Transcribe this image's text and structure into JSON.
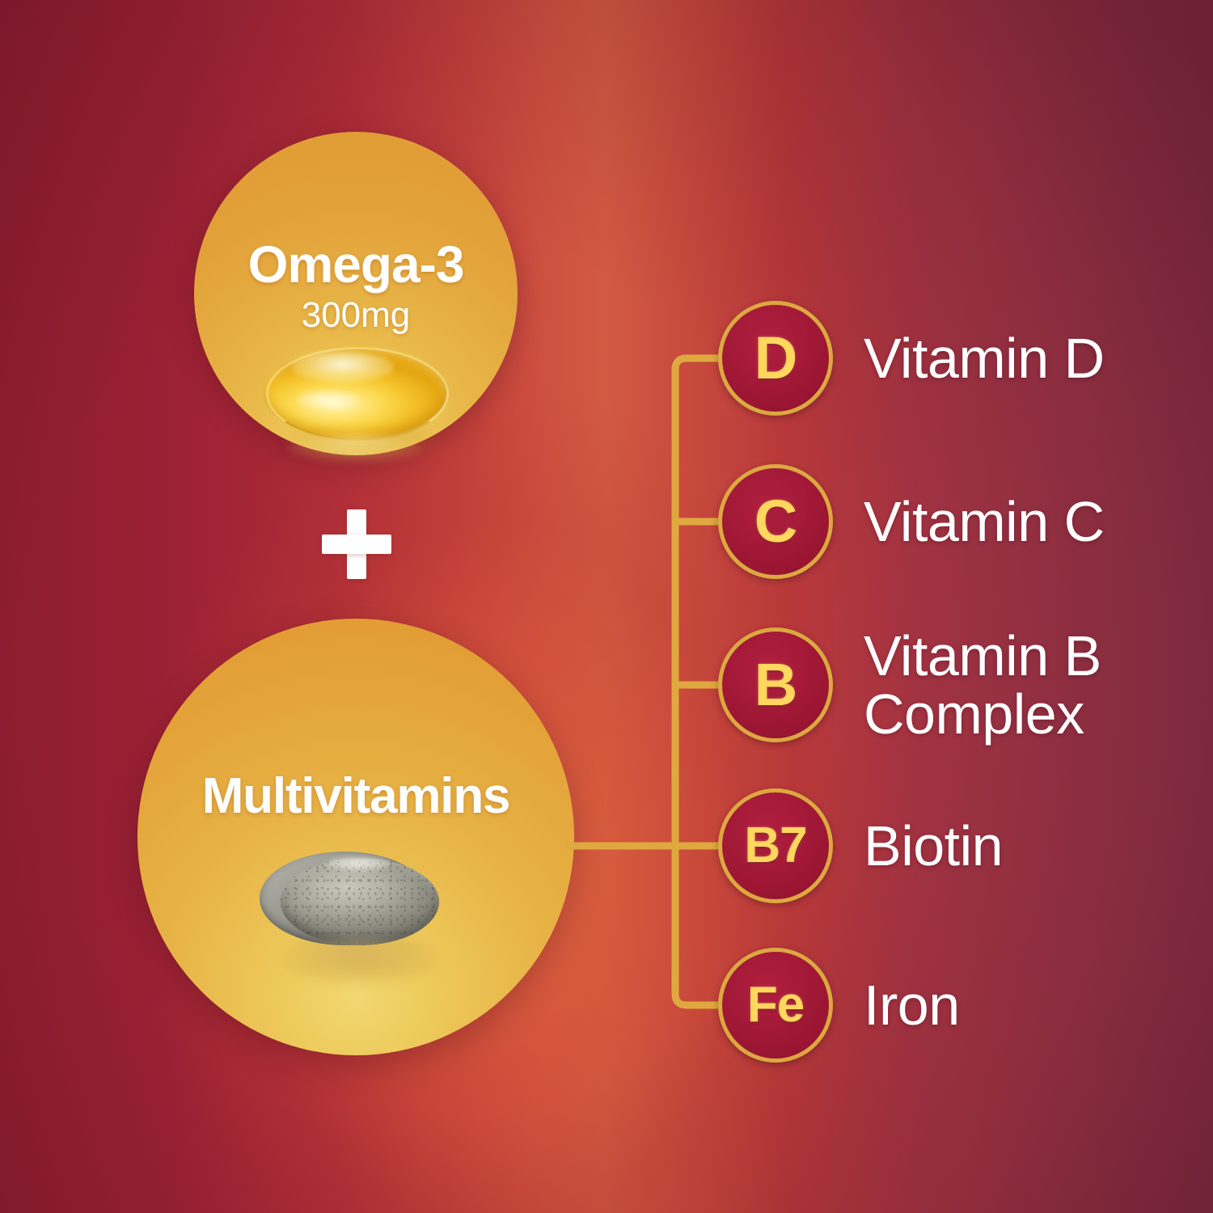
{
  "background": {
    "base_color": "#9e2033",
    "glow_color": "#d25a42",
    "accent_gold": "#e2a038"
  },
  "products": [
    {
      "id": "omega",
      "title": "Omega-3",
      "dose": "300mg",
      "form_icon": "softgel-capsule-icon"
    },
    {
      "id": "multivitamin",
      "title": "Multivitamins",
      "dose": "",
      "form_icon": "tablet-icon"
    }
  ],
  "combiner": {
    "symbol": "+",
    "icon_name": "plus-icon"
  },
  "nutrients": [
    {
      "symbol": "D",
      "label": "Vitamin D",
      "icon_name": "vitamin-d-badge-icon"
    },
    {
      "symbol": "C",
      "label": "Vitamin C",
      "icon_name": "vitamin-c-badge-icon"
    },
    {
      "symbol": "B",
      "label": "Vitamin B\nComplex",
      "icon_name": "vitamin-b-badge-icon"
    },
    {
      "symbol": "B7",
      "label": "Biotin",
      "icon_name": "biotin-badge-icon"
    },
    {
      "symbol": "Fe",
      "label": "Iron",
      "icon_name": "iron-badge-icon"
    }
  ],
  "colors": {
    "badge_fill": "#a51a39",
    "badge_border": "#dca83f",
    "badge_symbol": "#ffd75e",
    "label_text": "#ffffff",
    "connector_line": "#dfa93f",
    "circle_gold_light": "#f0d169",
    "circle_gold_dark": "#e09a33"
  }
}
